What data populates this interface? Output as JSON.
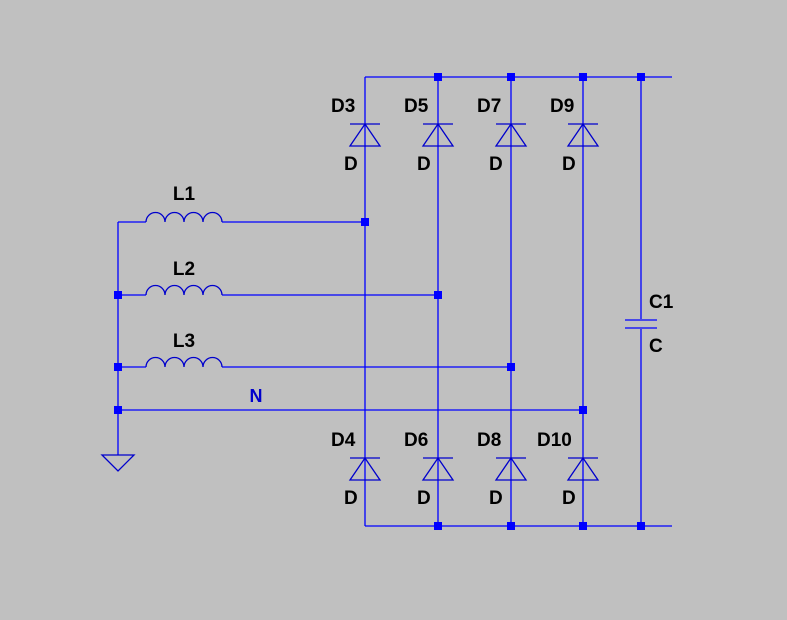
{
  "colors": {
    "background": "#c0c0c0",
    "wire": "#0000ff",
    "component": "#0000cc",
    "label": "#000000",
    "net_label": "#0000cc",
    "junction": "#0000ff"
  },
  "components": {
    "L1": {
      "name": "L1"
    },
    "L2": {
      "name": "L2"
    },
    "L3": {
      "name": "L3"
    },
    "C1": {
      "name": "C1",
      "value": "C"
    },
    "D3": {
      "name": "D3",
      "value": "D"
    },
    "D5": {
      "name": "D5",
      "value": "D"
    },
    "D7": {
      "name": "D7",
      "value": "D"
    },
    "D9": {
      "name": "D9",
      "value": "D"
    },
    "D4": {
      "name": "D4",
      "value": "D"
    },
    "D6": {
      "name": "D6",
      "value": "D"
    },
    "D8": {
      "name": "D8",
      "value": "D"
    },
    "D10": {
      "name": "D10",
      "value": "D"
    }
  },
  "nets": {
    "neutral": "N"
  },
  "icons": {
    "ground": "ground-icon",
    "inductor": "inductor-icon",
    "diode": "diode-icon",
    "capacitor": "capacitor-icon"
  }
}
